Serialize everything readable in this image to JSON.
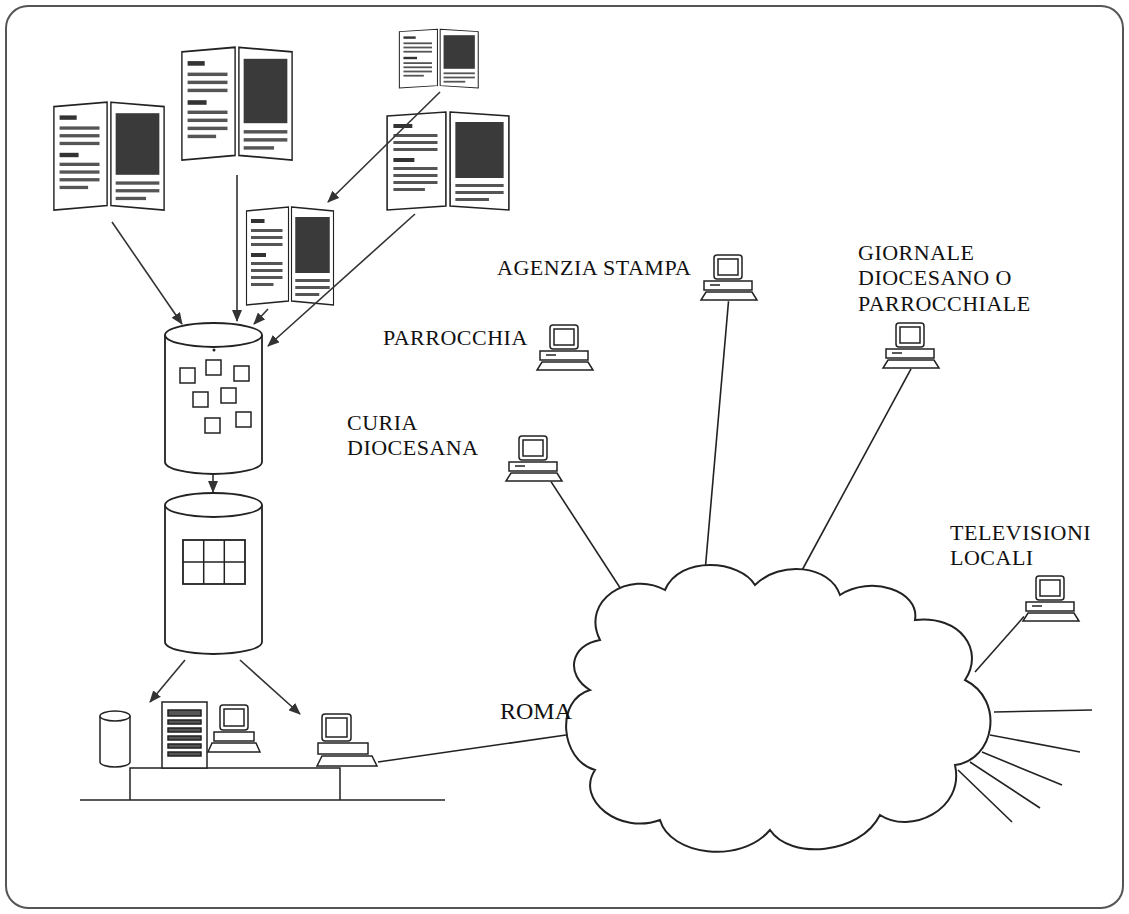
{
  "diagram": {
    "nodes": [
      {
        "text": [
          "AGENZIA STAMPA"
        ]
      },
      {
        "text": [
          "PARROCCHIA"
        ]
      },
      {
        "text": [
          "GIORNALE DIOCESANO O PARROCCHIALE"
        ]
      },
      {
        "text": [
          "CURIA DIOCESANA"
        ]
      },
      {
        "text": [
          "TELEVISIONI LOCALI"
        ]
      }
    ],
    "labels": [
      "ROMA"
    ]
  }
}
